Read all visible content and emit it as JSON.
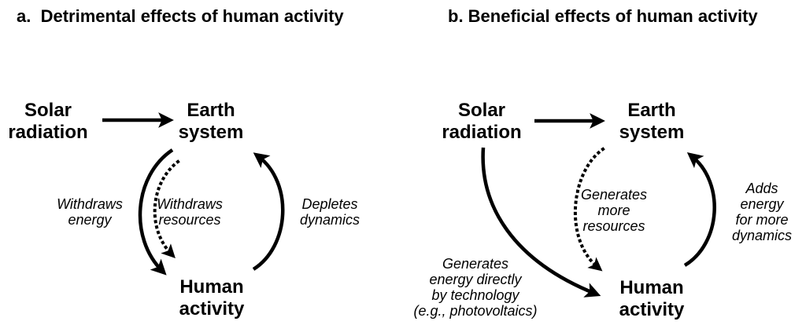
{
  "canvas": {
    "background": "#ffffff",
    "ink": "#000000"
  },
  "panel_a": {
    "title": "a.  Detrimental effects of human activity",
    "nodes": {
      "solar": "Solar\nradiation",
      "earth": "Earth\nsystem",
      "human": "Human\nactivity"
    },
    "edges": {
      "solar_to_earth": {
        "style": "solid-arrow",
        "label": ""
      },
      "earth_to_human_energy": {
        "style": "solid-arc",
        "label": "Withdraws\nenergy"
      },
      "earth_to_human_resources": {
        "style": "dotted-arc",
        "label": "Withdraws\nresources"
      },
      "human_to_earth": {
        "style": "solid-arc",
        "label": "Depletes\ndynamics"
      }
    }
  },
  "panel_b": {
    "title": "b. Beneficial effects of human activity",
    "nodes": {
      "solar": "Solar\nradiation",
      "earth": "Earth\nsystem",
      "human": "Human\nactivity"
    },
    "edges": {
      "solar_to_earth": {
        "style": "solid-arrow",
        "label": ""
      },
      "solar_to_human": {
        "style": "solid-arc",
        "label": "Generates\nenergy directly\nby technology\n(e.g., photovoltaics)"
      },
      "earth_to_human": {
        "style": "dotted-arc",
        "label": "Generates\nmore\nresources"
      },
      "human_to_earth": {
        "style": "solid-arc",
        "label": "Adds\nenergy\nfor more\ndynamics"
      }
    }
  }
}
